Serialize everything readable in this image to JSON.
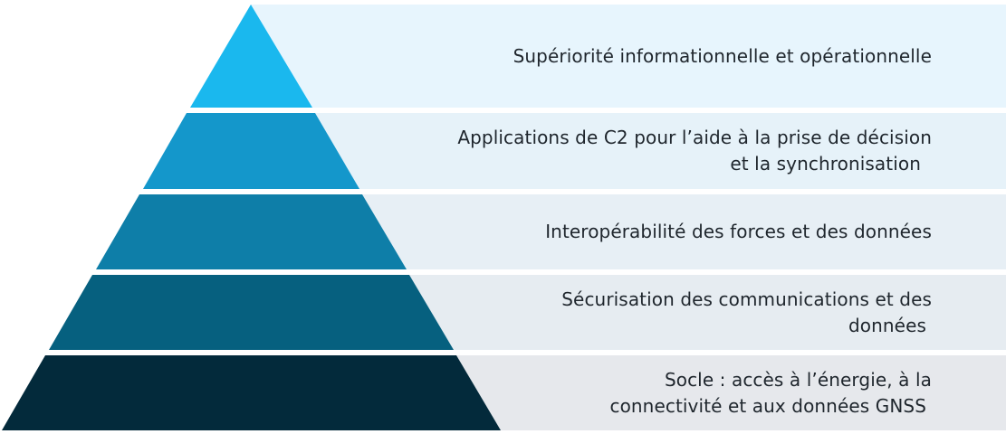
{
  "diagram": {
    "type": "pyramid",
    "layers": [
      {
        "lines": [
          "Supériorité informationnelle et opérationnelle"
        ],
        "color": "#1ab8ee",
        "band_color": "#e7f5fd"
      },
      {
        "lines": [
          "Applications de C2 pour l’aide à la prise de décision",
          "et la synchronisation"
        ],
        "color": "#1497cb",
        "band_color": "#e6f2f9"
      },
      {
        "lines": [
          "Interopérabilité des forces et des données"
        ],
        "color": "#0e7ea8",
        "band_color": "#e7eff5"
      },
      {
        "lines": [
          "Sécurisation des communications et des",
          "données"
        ],
        "color": "#06607f",
        "band_color": "#e6ecf1"
      },
      {
        "lines": [
          "Socle : accès à l’énergie, à la",
          "connectivité et aux données GNSS"
        ],
        "color": "#032a3b",
        "band_color": "#e6e8ec"
      }
    ]
  }
}
